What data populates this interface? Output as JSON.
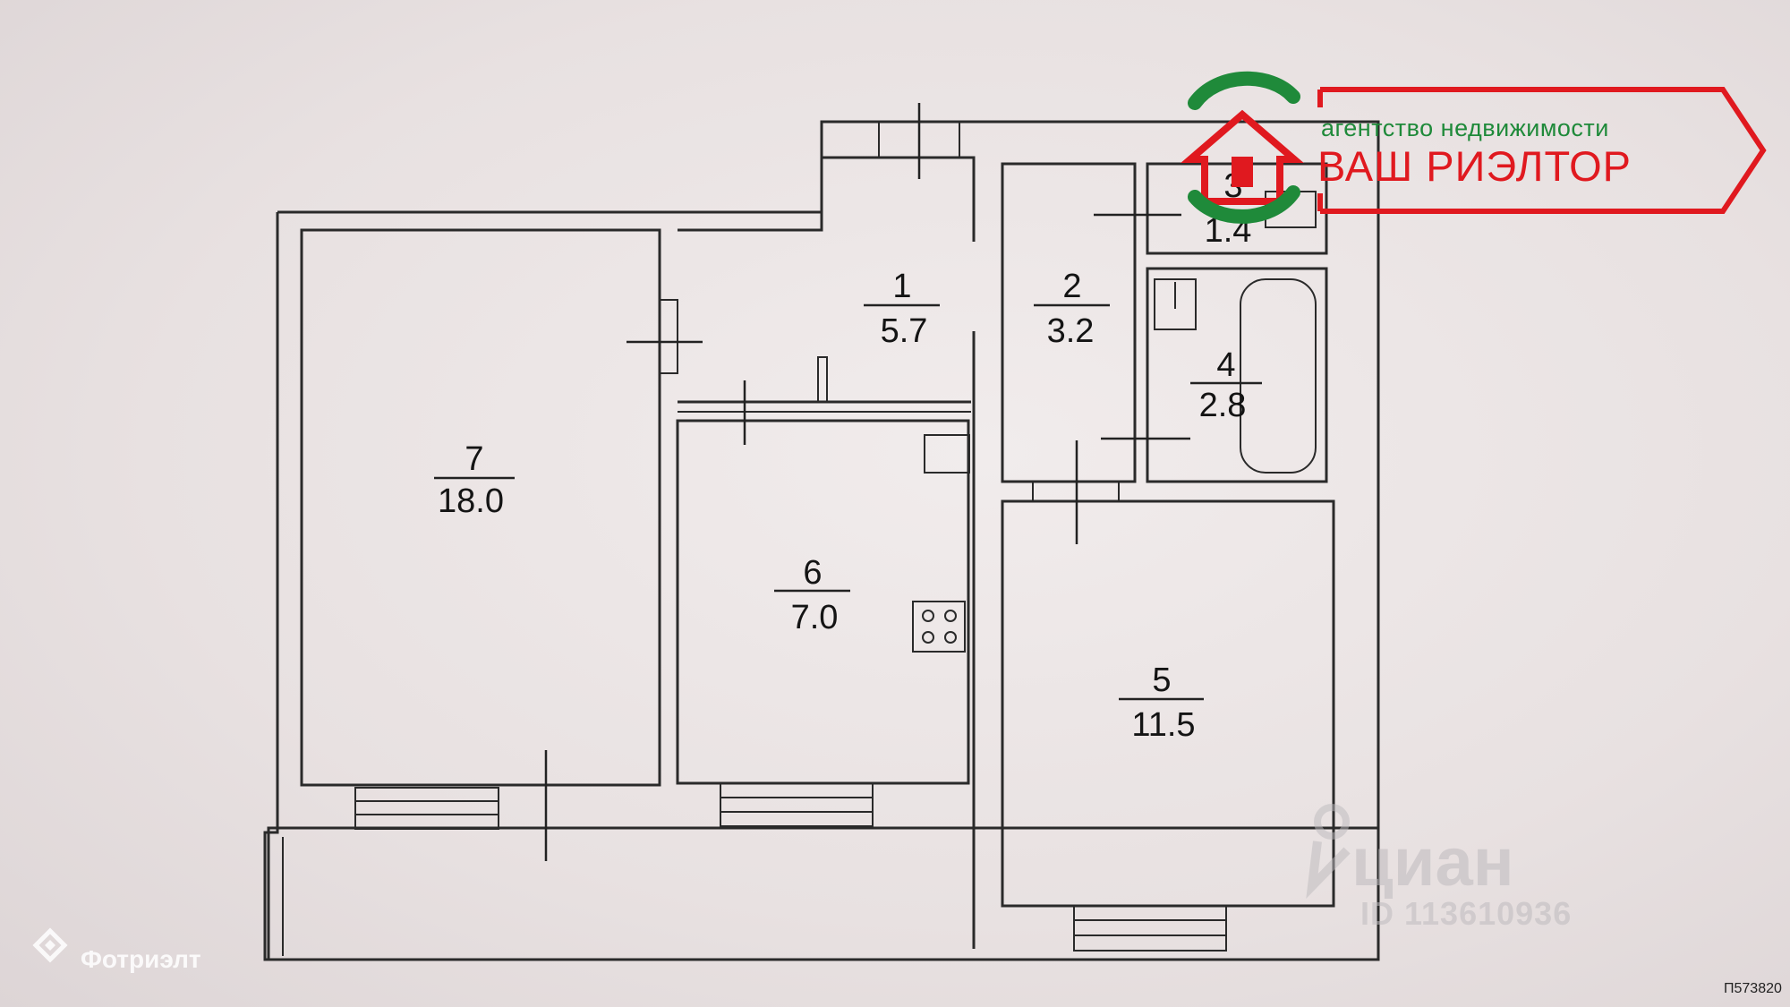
{
  "rooms": [
    {
      "id": "1",
      "area": "5.7"
    },
    {
      "id": "2",
      "area": "3.2"
    },
    {
      "id": "3",
      "area": "1.4"
    },
    {
      "id": "4",
      "area": "2.8"
    },
    {
      "id": "5",
      "area": "11.5"
    },
    {
      "id": "6",
      "area": "7.0"
    },
    {
      "id": "7",
      "area": "18.0"
    }
  ],
  "agency": {
    "tagline": "агентство недвижимости",
    "name": "ВАШ РИЭЛТОР",
    "colors": {
      "red": "#e0191f",
      "green": "#1f8a3a"
    }
  },
  "watermarks": {
    "cian": "циан",
    "cian_id": "ID 113610936",
    "photorealt": "Фотриэлт"
  },
  "plan_code": "П573820",
  "colors": {
    "paper": "#e9e3e3",
    "ink": "#2a2a2a"
  }
}
